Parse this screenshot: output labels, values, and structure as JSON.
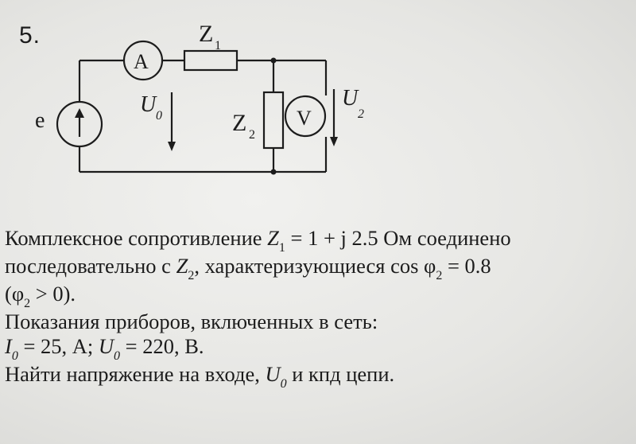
{
  "problem_number": "5.",
  "circuit": {
    "source_label": "e",
    "ammeter_label": "A",
    "voltmeter_label": "V",
    "z1_label": "Z",
    "z1_sub": "1",
    "z2_label": "Z",
    "z2_sub": "2",
    "u0_label": "U",
    "u0_sub": "0",
    "u2_label": "U",
    "u2_sub": "2"
  },
  "text": {
    "l1_a": "Комплексное сопротивление ",
    "l1_var": "Z",
    "l1_sub": "1",
    "l1_b": " = 1 + j 2.5 Ом соединено",
    "l2_a": "последовательно с ",
    "l2_var": "Z",
    "l2_sub": "2",
    "l2_b": ", характеризующиеся cos φ",
    "l2_sub2": "2",
    "l2_c": " = 0.8",
    "l3_a": "(φ",
    "l3_sub": "2",
    "l3_b": " > 0).",
    "l4": "Показания приборов, включенных в сеть:",
    "l5_i": "I",
    "l5_isub": "0",
    "l5_a": " = 25,  А; ",
    "l5_u": "U",
    "l5_usub": "0",
    "l5_b": " = 220,  В.",
    "l6_a": "Найти напряжение на входе, ",
    "l6_u": "U",
    "l6_usub": "0",
    "l6_b": " и кпд цепи."
  }
}
